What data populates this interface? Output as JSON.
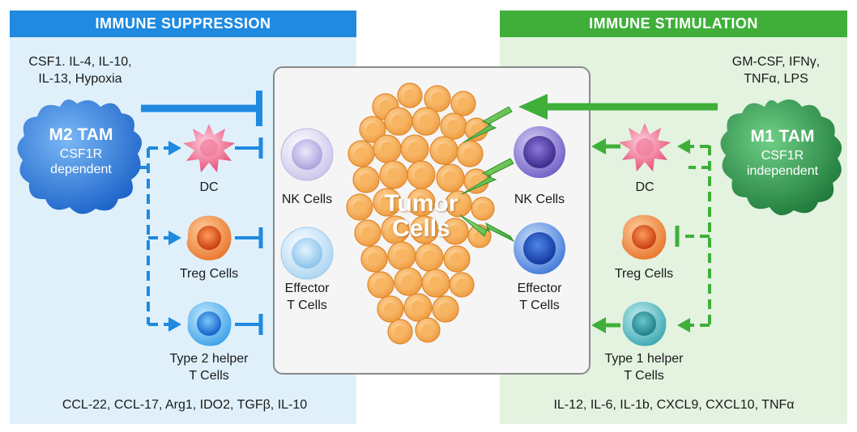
{
  "left": {
    "header": "IMMUNE SUPPRESSION",
    "inputs_line1": "CSF1. IL-4, IL-10,",
    "inputs_line2": "IL-13, Hypoxia",
    "tam_title": "M2 TAM",
    "tam_sub1": "CSF1R",
    "tam_sub2": "dependent",
    "dc_label": "DC",
    "treg_label": "Treg Cells",
    "th2_line1": "Type 2 helper",
    "th2_line2": "T Cells",
    "outputs": "CCL-22, CCL-17, Arg1, IDO2, TGFβ, IL-10"
  },
  "right": {
    "header": "IMMUNE STIMULATION",
    "inputs_line1": "GM-CSF, IFNγ,",
    "inputs_line2": "TNFα, LPS",
    "tam_title": "M1 TAM",
    "tam_sub1": "CSF1R",
    "tam_sub2": "independent",
    "dc_label": "DC",
    "treg_label": "Treg Cells",
    "th1_line1": "Type 1 helper",
    "th1_line2": "T Cells",
    "outputs": "IL-12, IL-6, IL-1b, CXCL9, CXCL10, TNFα"
  },
  "center": {
    "nk_left": "NK Cells",
    "eff_left_line1": "Effector",
    "eff_left_line2": "T Cells",
    "nk_right": "NK Cells",
    "eff_right_line1": "Effector",
    "eff_right_line2": "T Cells",
    "tumor_line1": "Tumor",
    "tumor_line2": "Cells"
  },
  "colors": {
    "blue_accent": "#1f8ae0",
    "green_accent": "#3faf3a",
    "left_bg": "#dff0fb",
    "right_bg": "#e3f3e0",
    "tumor": "#f4a444"
  }
}
